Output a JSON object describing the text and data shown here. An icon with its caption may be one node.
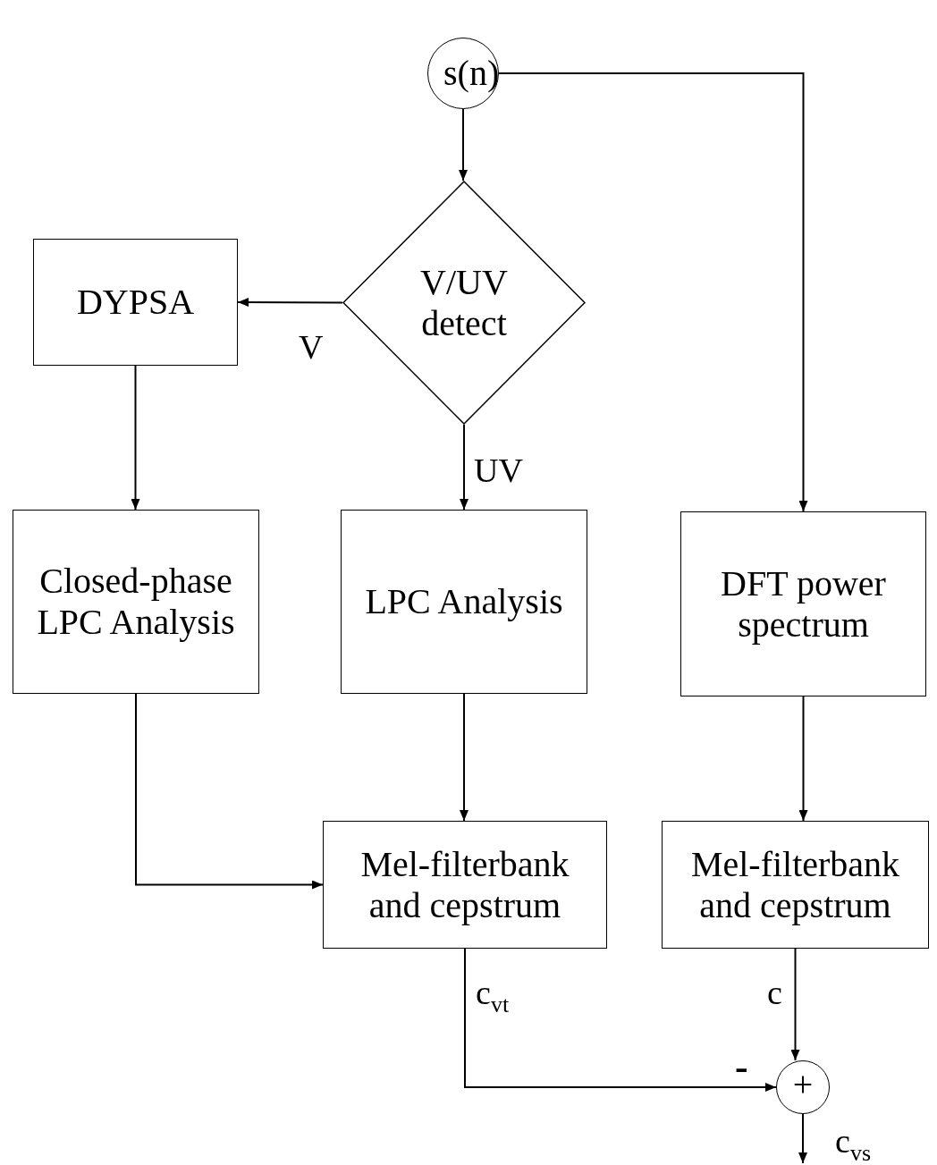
{
  "diagram": {
    "nodes": [
      {
        "text": [
          "s(n)"
        ]
      },
      {
        "text": [
          "V/UV detect"
        ]
      },
      {
        "text": [
          "DYPSA"
        ]
      },
      {
        "text": [
          "Closed-phase LPC Analysis"
        ]
      },
      {
        "text": [
          "LPC Analysis"
        ]
      },
      {
        "text": [
          "DFT power spectrum"
        ]
      },
      {
        "text": [
          "Mel-filterbank and cepstrum"
        ]
      },
      {
        "text": [
          "Mel-filterbank and cepstrum"
        ]
      },
      {
        "text": [
          "+"
        ]
      }
    ],
    "edges": [
      {
        "from": 0,
        "to": 1,
        "arrow": "to"
      },
      {
        "from": 0,
        "to": 5,
        "arrow": "to"
      },
      {
        "from": 1,
        "to": 2,
        "arrow": "to",
        "label": "V"
      },
      {
        "from": 1,
        "to": 4,
        "arrow": "to",
        "label": "UV"
      },
      {
        "from": 2,
        "to": 3,
        "arrow": "to"
      },
      {
        "from": 3,
        "to": 6,
        "arrow": "to"
      },
      {
        "from": 4,
        "to": 6,
        "arrow": "to"
      },
      {
        "from": 5,
        "to": 7,
        "arrow": "to"
      },
      {
        "from": 7,
        "to": 8,
        "arrow": "to",
        "label": "c"
      },
      {
        "from": 6,
        "to": 8,
        "arrow": "to",
        "label": "c$_{vt}$"
      },
      {
        "from": 8,
        "to": null,
        "arrow": "to",
        "label": "c$_{vs}$"
      }
    ],
    "labels": [
      "-"
    ]
  }
}
